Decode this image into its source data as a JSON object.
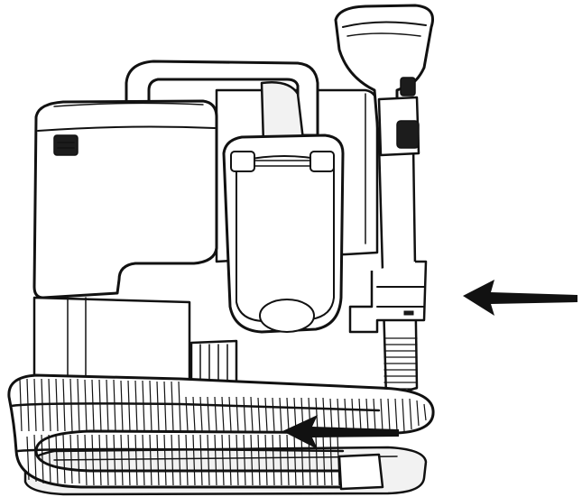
{
  "illustration": {
    "subject": "portable-carpet-cleaner",
    "parts": [
      "tank",
      "carry-handle",
      "hose",
      "spray-tool",
      "tool-holder-clip",
      "base"
    ]
  },
  "annotations": {
    "arrows": [
      {
        "name": "tool-holder-arrow",
        "direction": "left"
      },
      {
        "name": "hose-arrow",
        "direction": "left"
      }
    ]
  },
  "colors": {
    "line": "#111111",
    "fill": "#ffffff",
    "shade": "#f2f2f2",
    "arrow": "#111111"
  }
}
